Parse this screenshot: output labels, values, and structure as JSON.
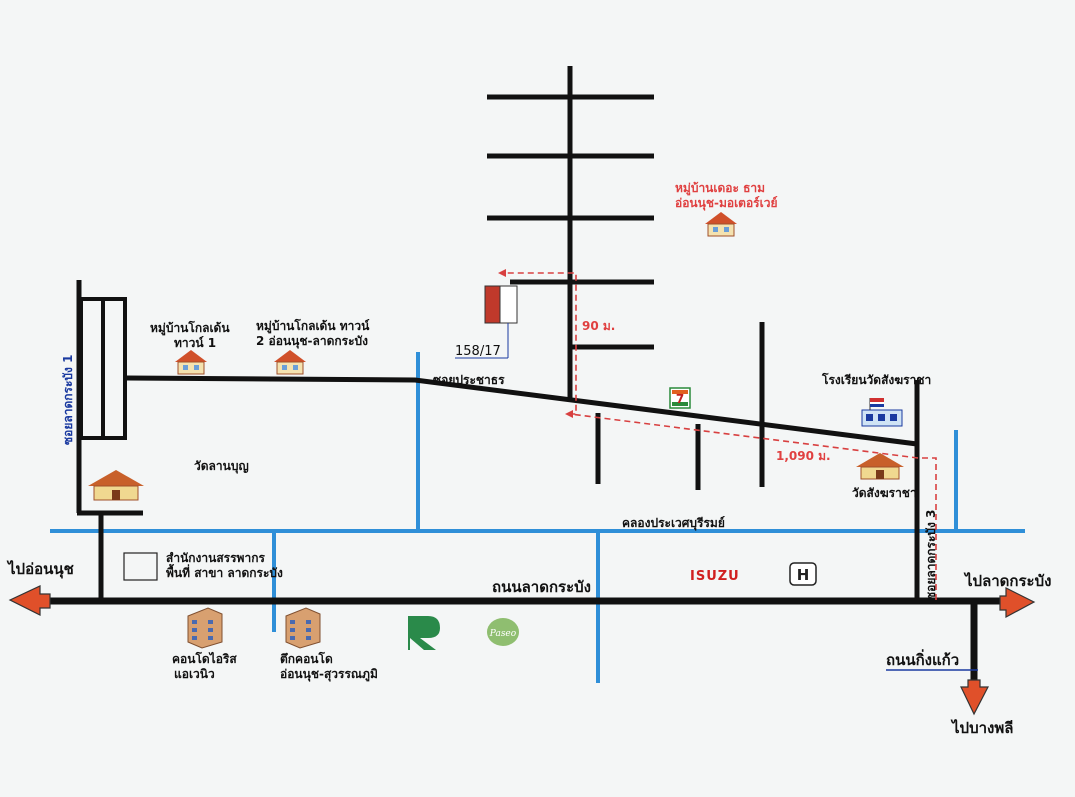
{
  "map": {
    "colors": {
      "road": "#111111",
      "canal": "#2f8fd8",
      "route": "#d84040",
      "arrow": "#e0502a",
      "marker": "#c0392b"
    },
    "labels": {
      "to_onnut": "ไปอ่อนนุช",
      "to_latkrabang": "ไปลาดกระบัง",
      "to_bangphli": "ไปบางพลี",
      "latkrabang_road": "ถนนลาดกระบัง",
      "kingkaeo_road": "ถนนกิ่งแก้ว",
      "soi_latkrabang_1": "ซอยลาดกระบัง 1",
      "soi_latkrabang_3": "ซอยลาดกระบัง 3",
      "soi_prachatorn": "ซอยประชาธร",
      "khlong_prawet": "คลองประเวศบุรีรมย์",
      "village_golden_town_1": "หมู่บ้านโกลเด้น ทาวน์ 1",
      "village_golden_town_2": "หมู่บ้านโกลเด้น ทาวน์ 2 อ่อนนุช-ลาดกระบัง",
      "village_the_tham": "หมู่บ้านเดอะ ธาม อ่อนนุช-มอเตอร์เวย์",
      "wat_lanboon": "วัดลานบุญ",
      "wat_sangkharacha": "วัดสังฆราชา",
      "school_wat_sangkharacha": "โรงเรียนวัดสังฆราชา",
      "revenue_office": "สำนักงานสรรพากร พื้นที่ สาขา ลาดกระบัง",
      "condo_iris": "คอนโดไอริส แอเวนิว",
      "condo_onnut_suvarnabhumi": "ตึกคอนโด อ่อนนุช-สุวรรณภูมิ",
      "house_no": "158/17",
      "distance_90": "90 ม.",
      "distance_1090": "1,090 ม.",
      "isuzu": "ISUZU",
      "seven_eleven": "7",
      "paseo": "Paseo"
    }
  }
}
